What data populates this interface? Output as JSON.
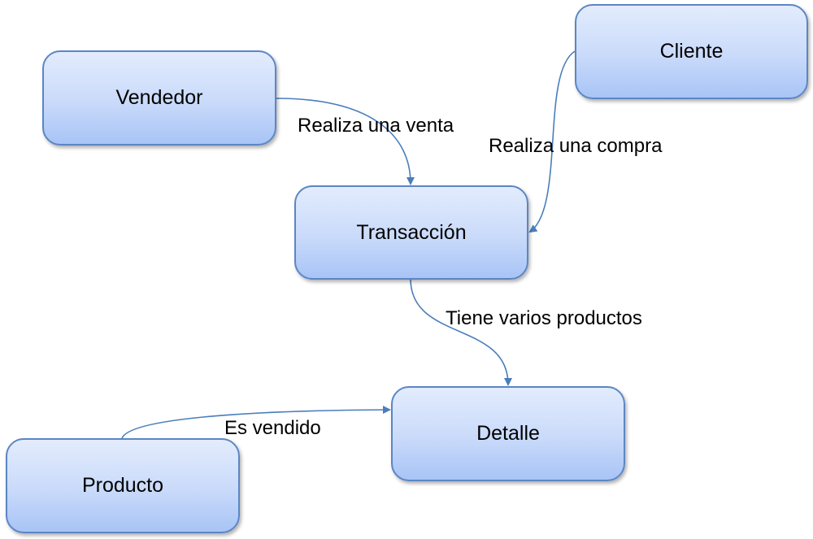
{
  "nodes": {
    "vendedor": "Vendedor",
    "cliente": "Cliente",
    "transaccion": "Transacción",
    "detalle": "Detalle",
    "producto": "Producto"
  },
  "edges": {
    "vendedor_transaccion": "Realiza una venta",
    "cliente_transaccion": "Realiza una compra",
    "transaccion_detalle": "Tiene varios productos",
    "producto_detalle": "Es vendido"
  },
  "colors": {
    "edge": "#4a7ebb",
    "node_border": "#5b86c4"
  }
}
